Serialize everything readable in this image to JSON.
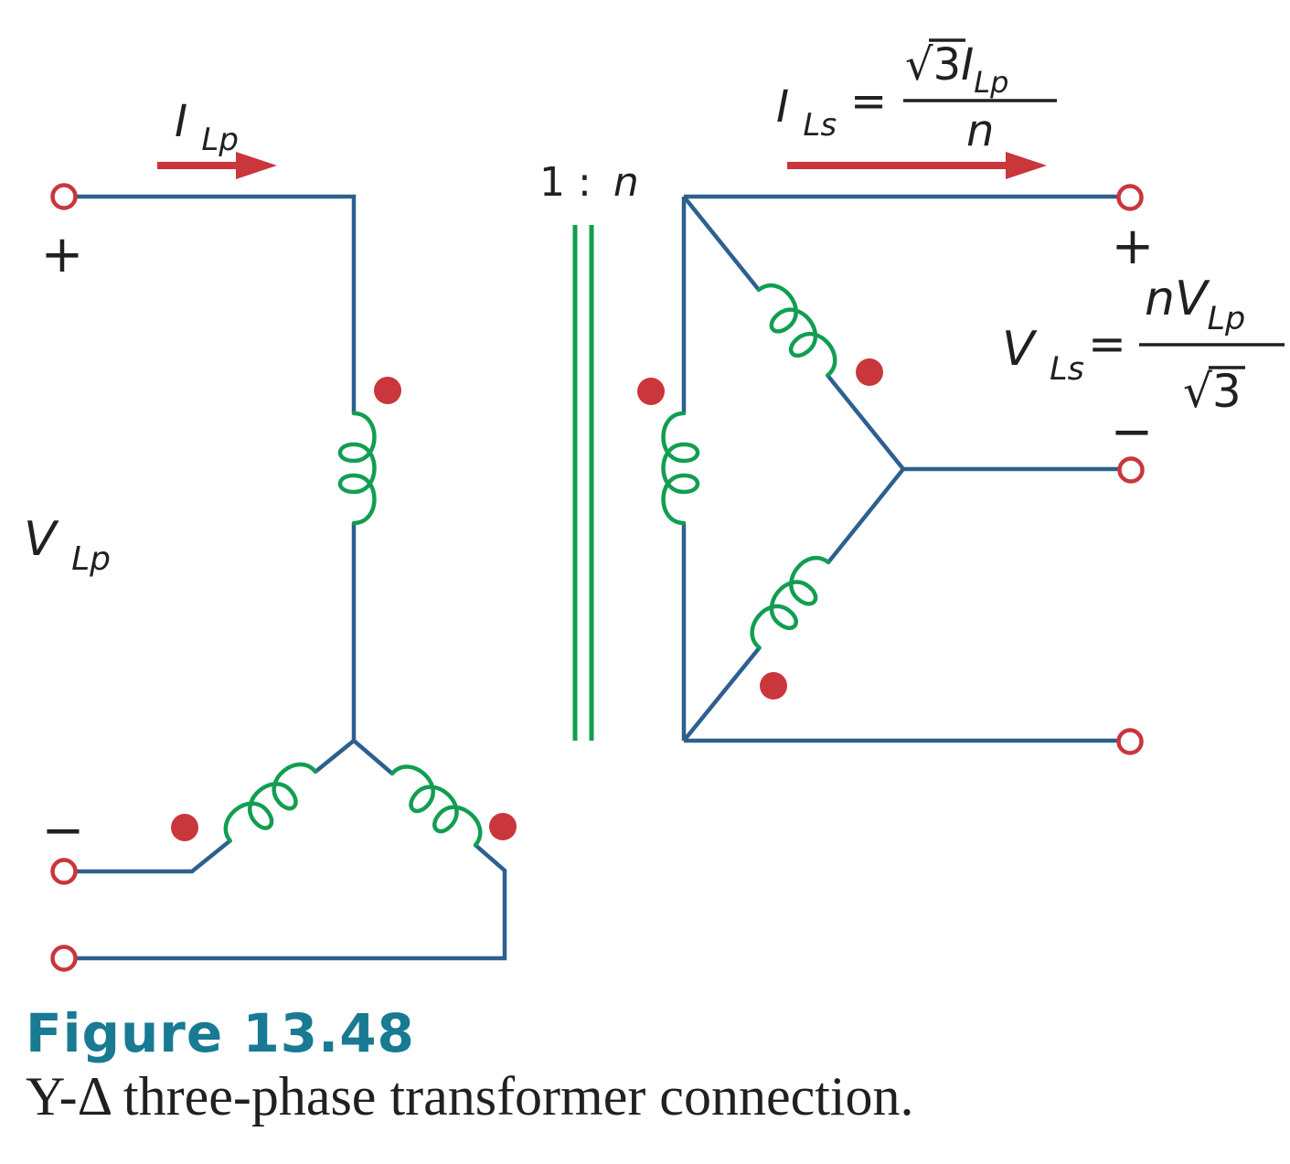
{
  "figure": {
    "number_label": "Figure 13.48",
    "caption": "Y-Δ three-phase transformer connection."
  },
  "colors": {
    "wire": "#2d608f",
    "winding": "#129e52",
    "marker": "#c9363c",
    "text": "#231f20",
    "figure_label": "#187a93"
  },
  "labels": {
    "primary_current": {
      "base": "I",
      "sub": "Lp"
    },
    "primary_voltage": {
      "base": "V",
      "sub": "Lp"
    },
    "turns_ratio": {
      "prefix": "1 :",
      "variable": "n"
    },
    "secondary_current": {
      "base": "I",
      "sub": "Ls",
      "equals": "=",
      "numerator_radical": "√",
      "numerator_radicand": "3",
      "numerator_base": "I",
      "numerator_sub": "Lp",
      "denominator": "n"
    },
    "secondary_voltage": {
      "base": "V",
      "sub": "Ls",
      "equals": "=",
      "numerator_coefficient": "nV",
      "numerator_sub": "Lp",
      "denominator_radical": "√",
      "denominator_radicand": "3"
    },
    "polarity_plus": "+",
    "polarity_minus": "−"
  }
}
